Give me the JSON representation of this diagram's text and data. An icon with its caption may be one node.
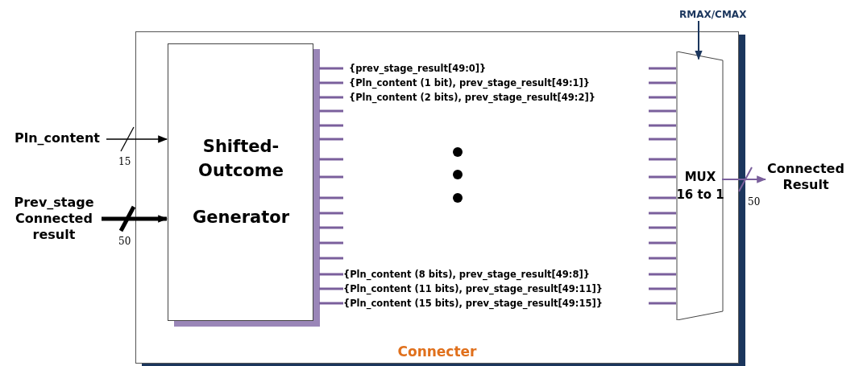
{
  "diagram": {
    "nodes": [
      {
        "text": [
          "Connecter"
        ]
      },
      {
        "text": [
          "Shifted-Outcome",
          "Generator"
        ],
        "in": 0
      },
      {
        "text": [
          "MUX 16 to 1"
        ],
        "in": 0
      },
      {
        "text": [
          "Pln_content"
        ]
      },
      {
        "text": [
          "Prev_stage Connected result"
        ]
      },
      {
        "text": [
          "Connected Result"
        ]
      },
      {
        "text": [
          "RMAX/CMAX"
        ]
      }
    ],
    "edges": [
      {
        "from": 3,
        "to": 1,
        "arrow": "to",
        "label": "15"
      },
      {
        "from": 4,
        "to": 1,
        "arrow": "to",
        "label": "50",
        "style": "thick"
      },
      {
        "from": 2,
        "to": 5,
        "arrow": "to",
        "label": "50",
        "color": "#7a5f9c"
      },
      {
        "from": 6,
        "to": 2,
        "arrow": "to",
        "color": "#1b365d"
      }
    ],
    "labels": [
      "{prev_stage_result[49:0]}",
      "{Pln_content (1 bit), prev_stage_result[49:1]}",
      "{Pln_content (2 bits), prev_stage_result[49:2]}",
      "{Pln_content (8 bits), prev_stage_result[49:8]}",
      "{Pln_content (11 bits), prev_stage_result[49:11]}",
      "{Pln_content (15 bits), prev_stage_result[49:15]}"
    ]
  }
}
